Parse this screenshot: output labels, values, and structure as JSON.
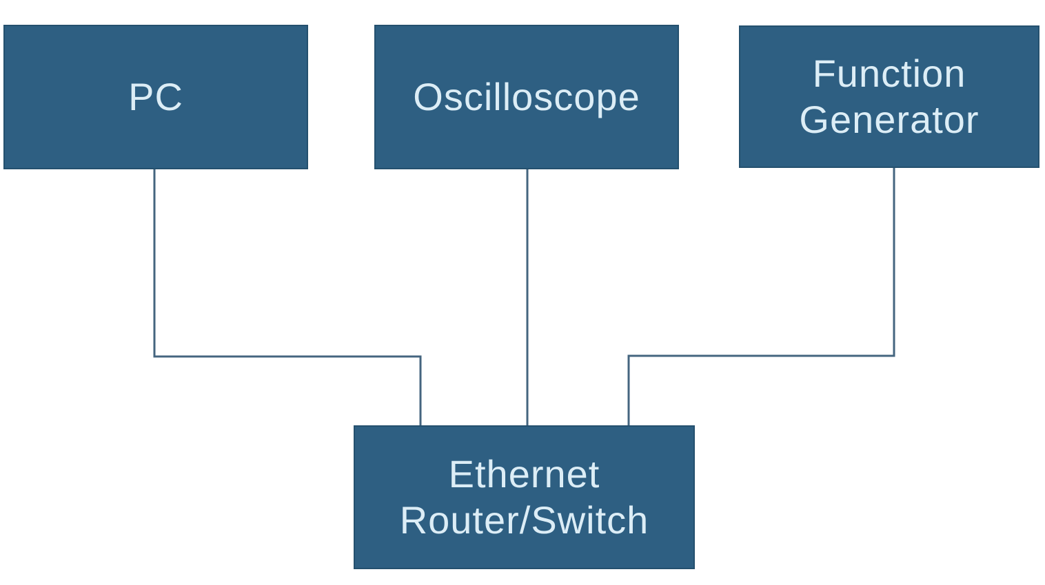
{
  "diagram": {
    "nodes": [
      {
        "id": "pc",
        "label": "PC"
      },
      {
        "id": "oscilloscope",
        "label": "Oscilloscope"
      },
      {
        "id": "function-generator",
        "label": "Function Generator"
      },
      {
        "id": "ethernet-router-switch",
        "label": "Ethernet Router/Switch"
      }
    ],
    "edges": [
      {
        "from": "pc",
        "to": "ethernet-router-switch"
      },
      {
        "from": "oscilloscope",
        "to": "ethernet-router-switch"
      },
      {
        "from": "function-generator",
        "to": "ethernet-router-switch"
      }
    ],
    "colors": {
      "node_fill": "#2e5f82",
      "node_border": "#24506e",
      "node_text": "#dcedf6",
      "connector": "#44657f",
      "background": "#ffffff"
    }
  }
}
